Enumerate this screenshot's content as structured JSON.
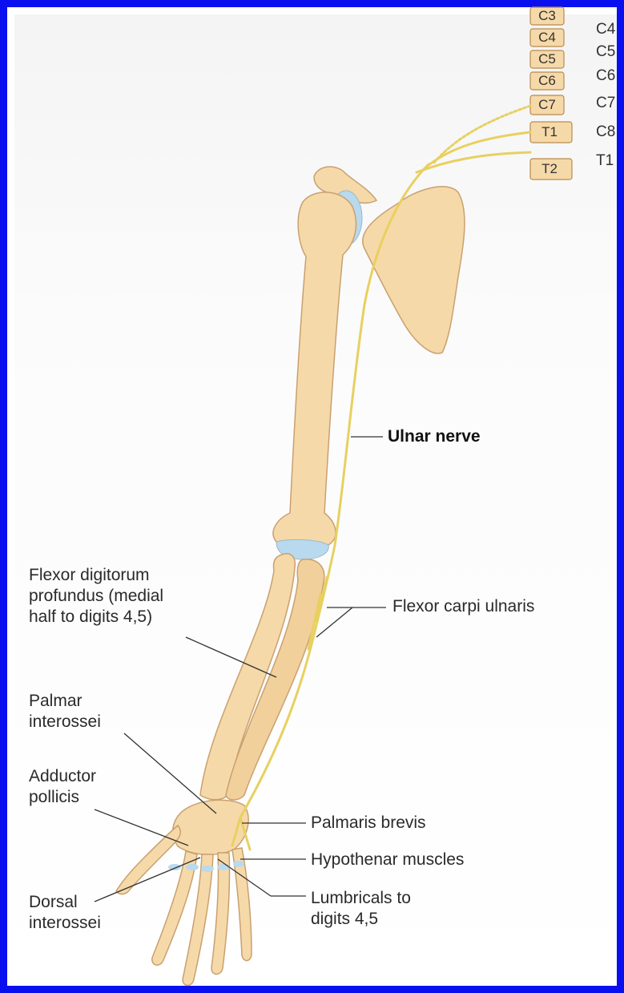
{
  "colors": {
    "frame": "#0a0ff0",
    "bone": "#f6d9a8",
    "bone_edge": "#c9a070",
    "cartilage": "#b9d9ee",
    "nerve": "#e8d060",
    "text": "#2a2a2a"
  },
  "spine": {
    "vertebrae": [
      "C3",
      "C4",
      "C5",
      "C6",
      "C7",
      "T1",
      "T2"
    ],
    "roots": [
      "C4",
      "C5",
      "C6",
      "C7",
      "C8",
      "T1"
    ]
  },
  "labels": {
    "ulnar_nerve": "Ulnar nerve",
    "flexor_digitorum": "Flexor digitorum\nprofundus (medial\nhalf to digits 4,5)",
    "flexor_carpi": "Flexor carpi ulnaris",
    "palmar_interossei": "Palmar\ninterossei",
    "adductor_pollicis": "Adductor\npollicis",
    "dorsal_interossei": "Dorsal\ninterossei",
    "palmaris_brevis": "Palmaris brevis",
    "hypothenar": "Hypothenar muscles",
    "lumbricals": "Lumbricals to\ndigits 4,5"
  }
}
